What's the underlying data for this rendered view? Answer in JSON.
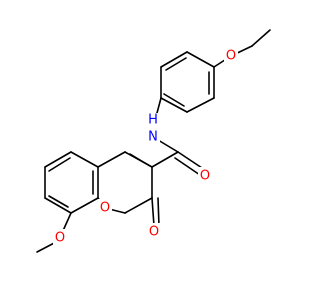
{
  "diagram": {
    "atoms": {
      "ring_oxygen": "O",
      "carbonyl_oxygen_lactone": "O",
      "amide_oxygen": "O",
      "methoxy_oxygen": "O",
      "ethoxy_oxygen": "O",
      "amide_nitrogen": "N",
      "amide_hydrogen": "H"
    },
    "colors": {
      "oxygen": "#ff0000",
      "nitrogen": "#0000ff",
      "bond": "#000000",
      "background": "#ffffff"
    }
  }
}
